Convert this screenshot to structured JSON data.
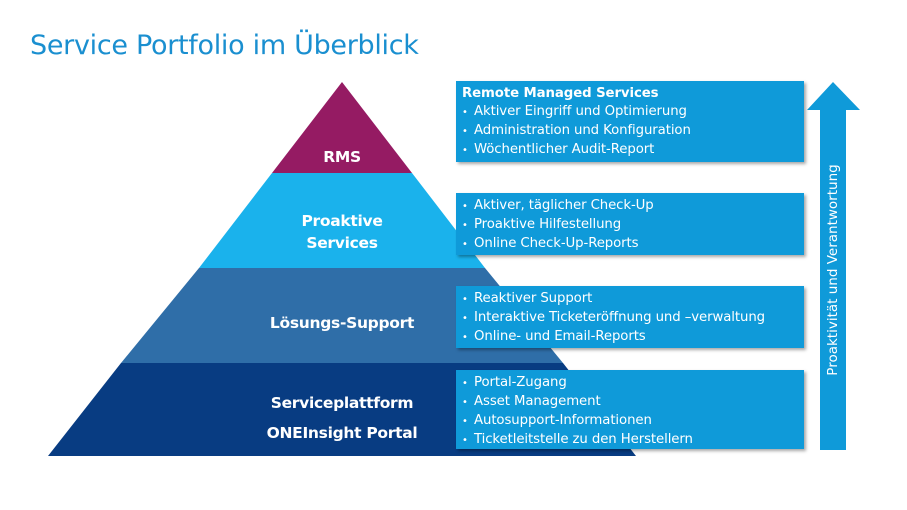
{
  "title": "Service Portfolio im Überblick",
  "colors": {
    "title": "#1a8fd0",
    "rms": "#951b63",
    "proaktive": "#1ab2ec",
    "loesungs": "#2f6ea8",
    "plattform": "#083c82",
    "box": "#0f9ad9",
    "arrow": "#0f9ad9"
  },
  "pyramid": {
    "tiers": [
      {
        "id": "rms",
        "label_lines": [
          "RMS"
        ]
      },
      {
        "id": "proaktive",
        "label_lines": [
          "Proaktive",
          "Services"
        ]
      },
      {
        "id": "loesungs",
        "label_lines": [
          "Lösungs-Support"
        ]
      },
      {
        "id": "plattform",
        "label_lines": [
          "Serviceplattform",
          "ONEInsight Portal"
        ]
      }
    ]
  },
  "boxes": [
    {
      "heading": "Remote Managed Services",
      "items": [
        "Aktiver Eingriff und Optimierung",
        "Administration und Konfiguration",
        "Wöchentlicher Audit-Report"
      ]
    },
    {
      "heading": null,
      "items": [
        "Aktiver, täglicher Check-Up",
        "Proaktive Hilfestellung",
        "Online Check-Up-Reports"
      ]
    },
    {
      "heading": null,
      "items": [
        "Reaktiver Support",
        "Interaktive Ticketeröffnung und –verwaltung",
        "Online- und Email-Reports"
      ]
    },
    {
      "heading": null,
      "items": [
        "Portal-Zugang",
        "Asset Management",
        "Autosupport-Informationen",
        "Ticketleitstelle zu den Herstellern"
      ]
    }
  ],
  "arrow": {
    "label": "Proaktivität und Verantwortung"
  }
}
